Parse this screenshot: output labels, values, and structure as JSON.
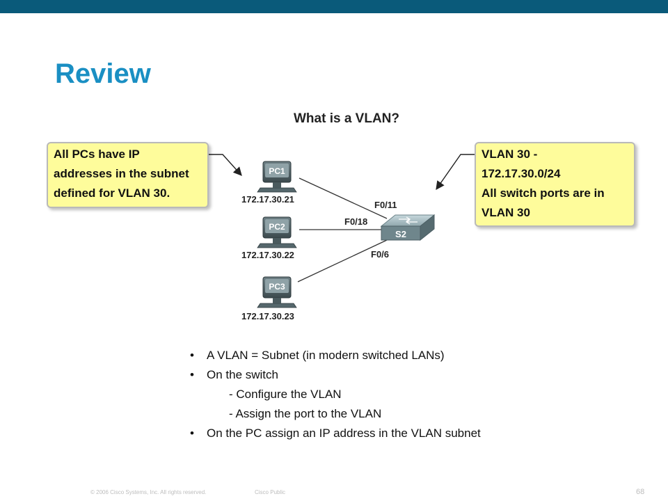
{
  "slide": {
    "title": "Review"
  },
  "diagram": {
    "heading": "What is a VLAN?",
    "pcs": [
      {
        "label": "PC1",
        "ip": "172.17.30.21"
      },
      {
        "label": "PC2",
        "ip": "172.17.30.22"
      },
      {
        "label": "PC3",
        "ip": "172.17.30.23"
      }
    ],
    "switch": {
      "label": "S2"
    },
    "ports": [
      "F0/11",
      "F0/18",
      "F0/6"
    ],
    "callout_left": {
      "lines": [
        "All PCs have IP",
        "addresses in the subnet",
        "defined for VLAN 30."
      ]
    },
    "callout_right": {
      "lines": [
        "VLAN 30 -",
        "172.17.30.0/24",
        "All switch ports are in",
        "VLAN 30"
      ]
    }
  },
  "bullets": [
    "A VLAN = Subnet (in modern switched LANs)",
    "On the switch",
    "- Configure the VLAN",
    "- Assign the port to the VLAN",
    "On the PC assign an IP address in the VLAN subnet"
  ],
  "footer": {
    "copyright": "© 2006 Cisco Systems, Inc. All rights reserved.",
    "classification": "Cisco Public",
    "page_number": "68"
  },
  "colors": {
    "top_bar": "#0a5a7a",
    "title": "#1a8fc3",
    "callout_fill": "#fefc9b"
  }
}
